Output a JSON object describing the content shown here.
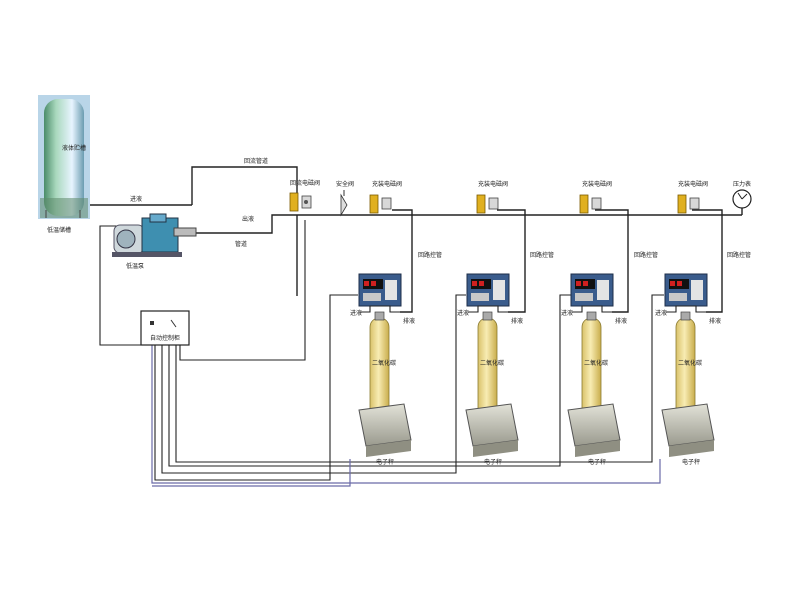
{
  "tank": {
    "vertical_text": "液体贮槽",
    "caption": "低温储槽"
  },
  "pump": {
    "caption": "低温泵"
  },
  "controller": {
    "caption": "自动控制柜"
  },
  "pipes": {
    "inlet": "进液",
    "return": "回流管道",
    "bypass": "管道",
    "outlet": "出液",
    "safety": "安全阀",
    "gauge": "压力表"
  },
  "stations": [
    {
      "valve_label": "回流电磁阀",
      "control_pipe": "回路控管",
      "port_left": "进液",
      "port_right": "排液",
      "cylinder_text": "二氧化碳",
      "scale": "电子秤"
    },
    {
      "valve_label": "充装电磁阀",
      "control_pipe": "回路控管",
      "port_left": "进液",
      "port_right": "排液",
      "cylinder_text": "二氧化碳",
      "scale": "电子秤"
    },
    {
      "valve_label": "充装电磁阀",
      "control_pipe": "回路控管",
      "port_left": "进液",
      "port_right": "排液",
      "cylinder_text": "二氧化碳",
      "scale": "电子秤"
    },
    {
      "valve_label": "充装电磁阀",
      "control_pipe": "回路控管",
      "port_left": "进液",
      "port_right": "排液",
      "cylinder_text": "二氧化碳",
      "scale": "电子秤"
    }
  ],
  "colors": {
    "pipe": "#222222",
    "signal": "#6a6aa8",
    "cylinder": "#f1df95",
    "valve": "#e0b020",
    "scale": "#c9c9bf",
    "panel": "#3a5c8c"
  }
}
